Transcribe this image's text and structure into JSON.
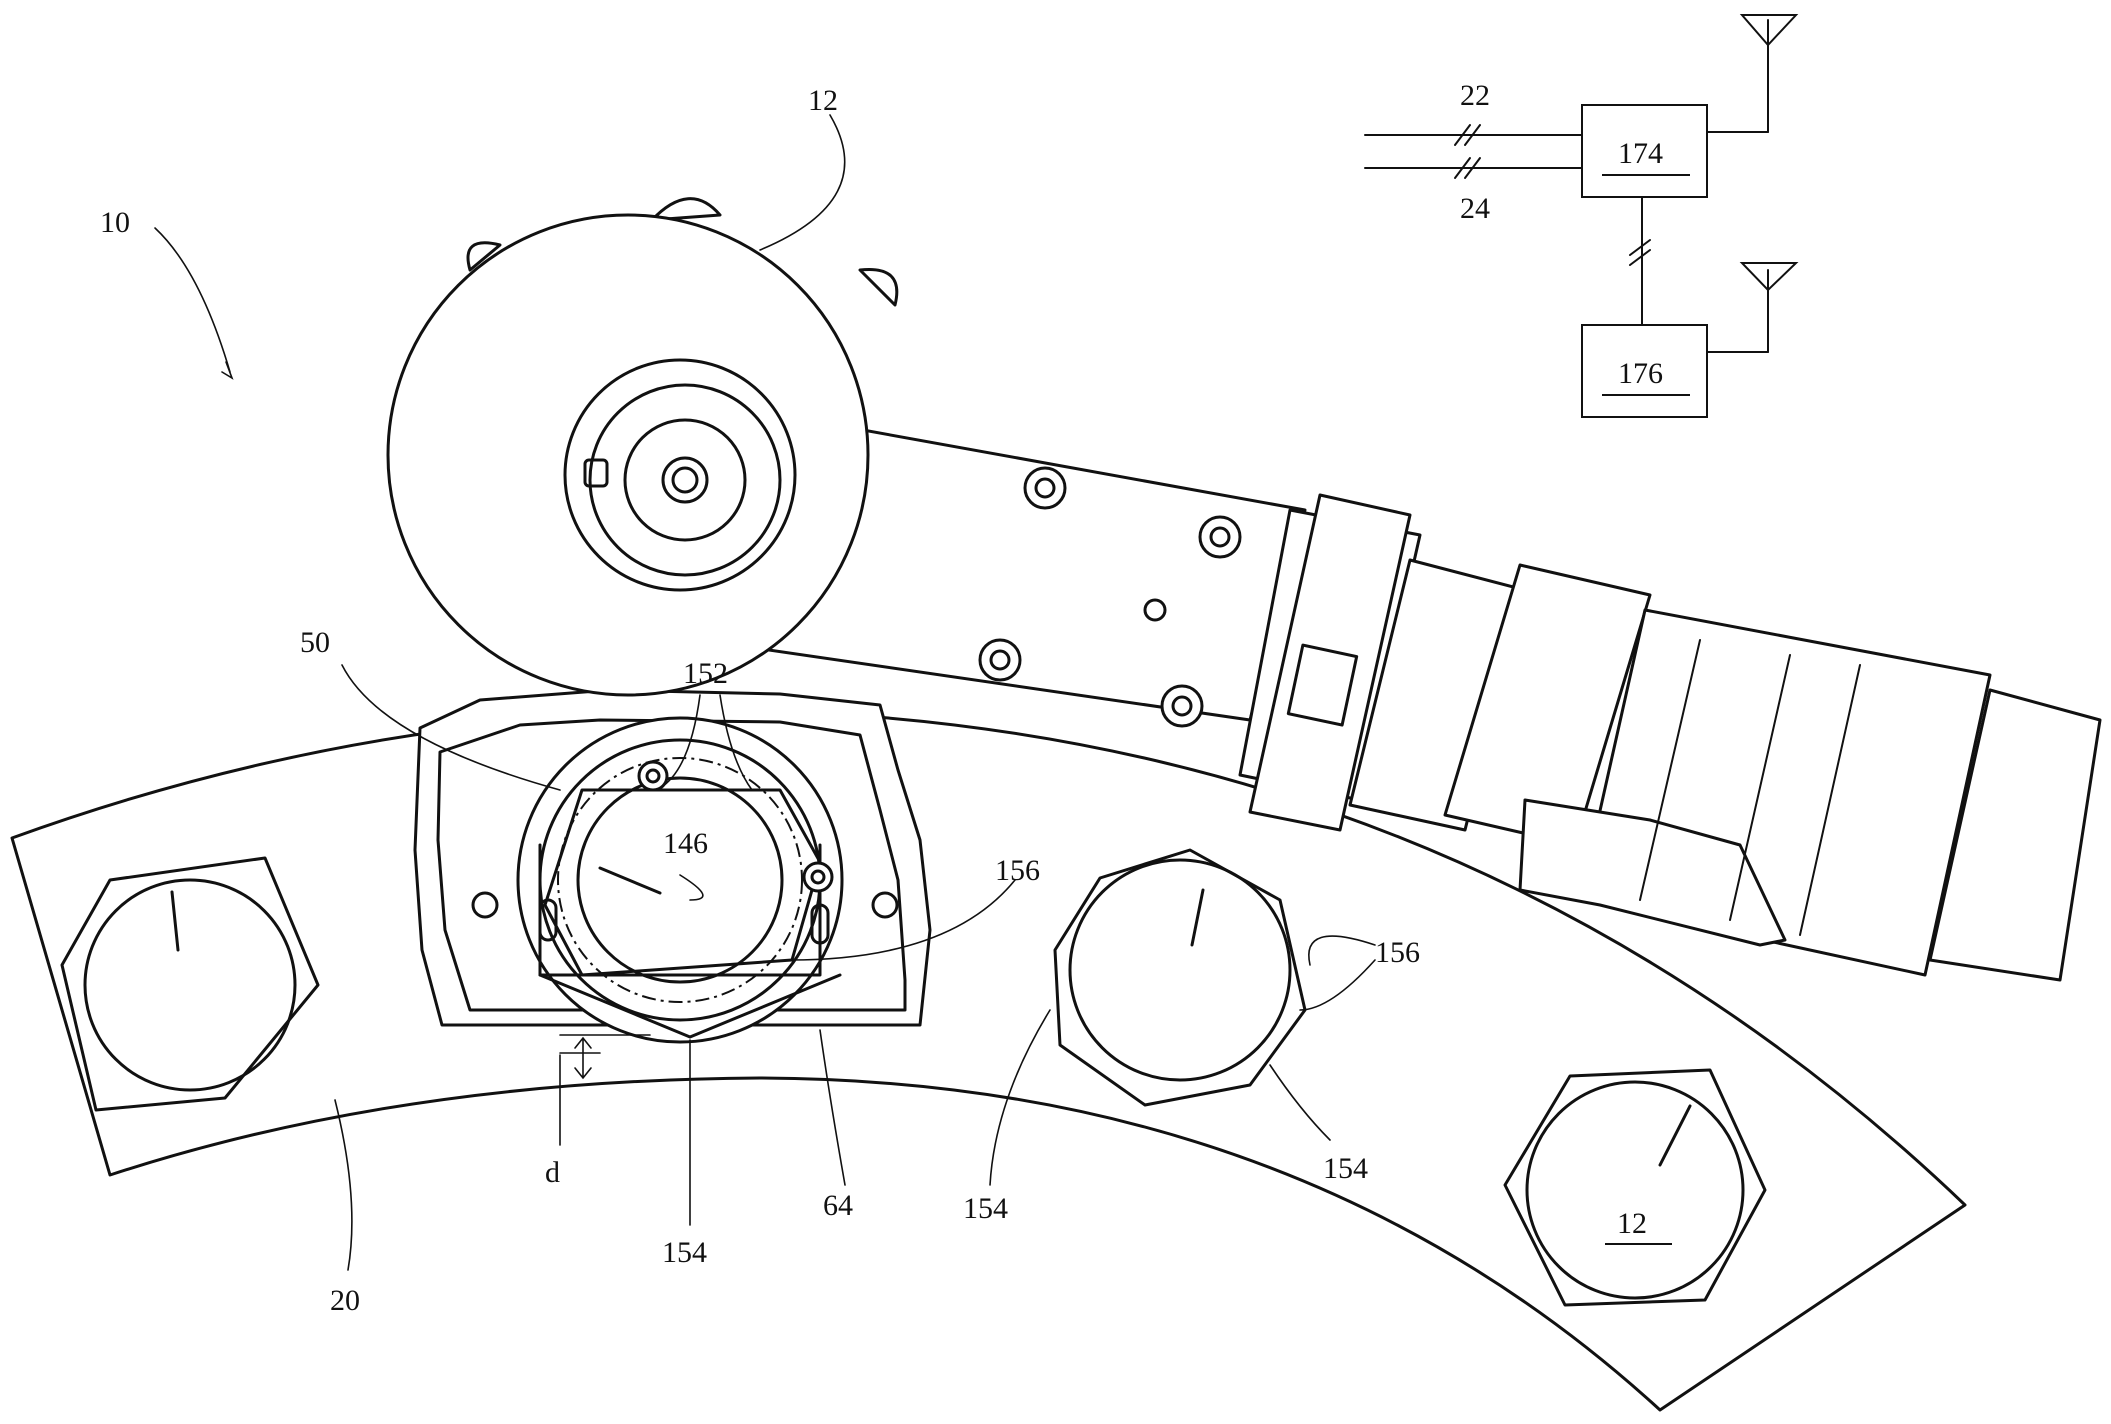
{
  "labels": {
    "assembly": "10",
    "tool_top": "12",
    "flange": "20",
    "line_a": "22",
    "line_b": "24",
    "reaction_arm": "50",
    "socket": "64",
    "drive": "146",
    "flats": "152",
    "corner_d": "d",
    "corner_a": "154",
    "corner_b": "154",
    "corner_c": "154",
    "face_a": "156",
    "face_b": "156",
    "controller": "174",
    "remote": "176",
    "nut_label": "12"
  }
}
